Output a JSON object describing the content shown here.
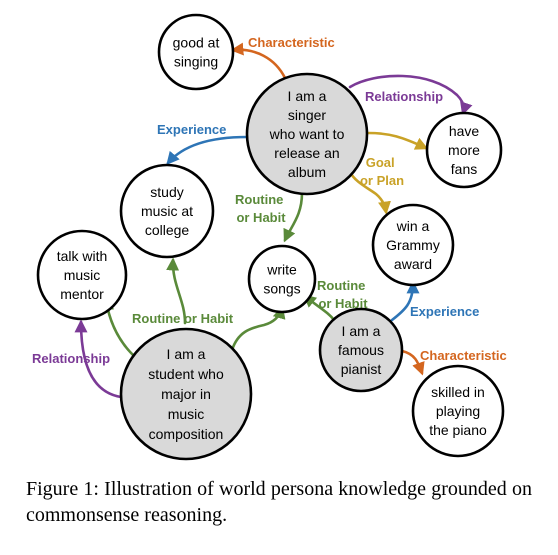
{
  "figure": {
    "caption": "Figure 1:  Illustration of world persona knowledge grounded on commonsense reasoning."
  },
  "colors": {
    "characteristic": "#D4661F",
    "relationship": "#7B3A96",
    "experience": "#2E75B6",
    "routine": "#5A8A3A",
    "goal": "#C9A227",
    "node_fill_main": "#D9D9D9",
    "node_fill_leaf": "#FFFFFF",
    "node_stroke": "#000000"
  },
  "nodes": {
    "singer": {
      "lines": [
        "I am a",
        "singer",
        "who want to",
        "release an",
        "album"
      ]
    },
    "good_at_singing": {
      "lines": [
        "good at",
        "singing"
      ]
    },
    "more_fans": {
      "lines": [
        "have",
        "more",
        "fans"
      ]
    },
    "study_music": {
      "lines": [
        "study",
        "music at",
        "college"
      ]
    },
    "grammy": {
      "lines": [
        "win a",
        "Grammy",
        "award"
      ]
    },
    "write_songs": {
      "lines": [
        "write",
        "songs"
      ]
    },
    "mentor": {
      "lines": [
        "talk with",
        "music",
        "mentor"
      ]
    },
    "student": {
      "lines": [
        "I am a",
        "student who",
        "major in",
        "music",
        "composition"
      ]
    },
    "pianist": {
      "lines": [
        "I am a",
        "famous",
        "pianist"
      ]
    },
    "skilled_piano": {
      "lines": [
        "skilled in",
        "playing",
        "the piano"
      ]
    }
  },
  "edge_labels": {
    "characteristic_top": "Characteristic",
    "relationship_top": "Relationship",
    "experience_top": "Experience",
    "goal_plan": [
      "Goal",
      "or Plan"
    ],
    "routine_singer": [
      "Routine",
      "or Habit"
    ],
    "routine_student": "Routine or Habit",
    "routine_pianist": [
      "Routine",
      "or Habit"
    ],
    "experience_pianist": "Experience",
    "relationship_left": "Relationship",
    "characteristic_pianist": "Characteristic"
  }
}
